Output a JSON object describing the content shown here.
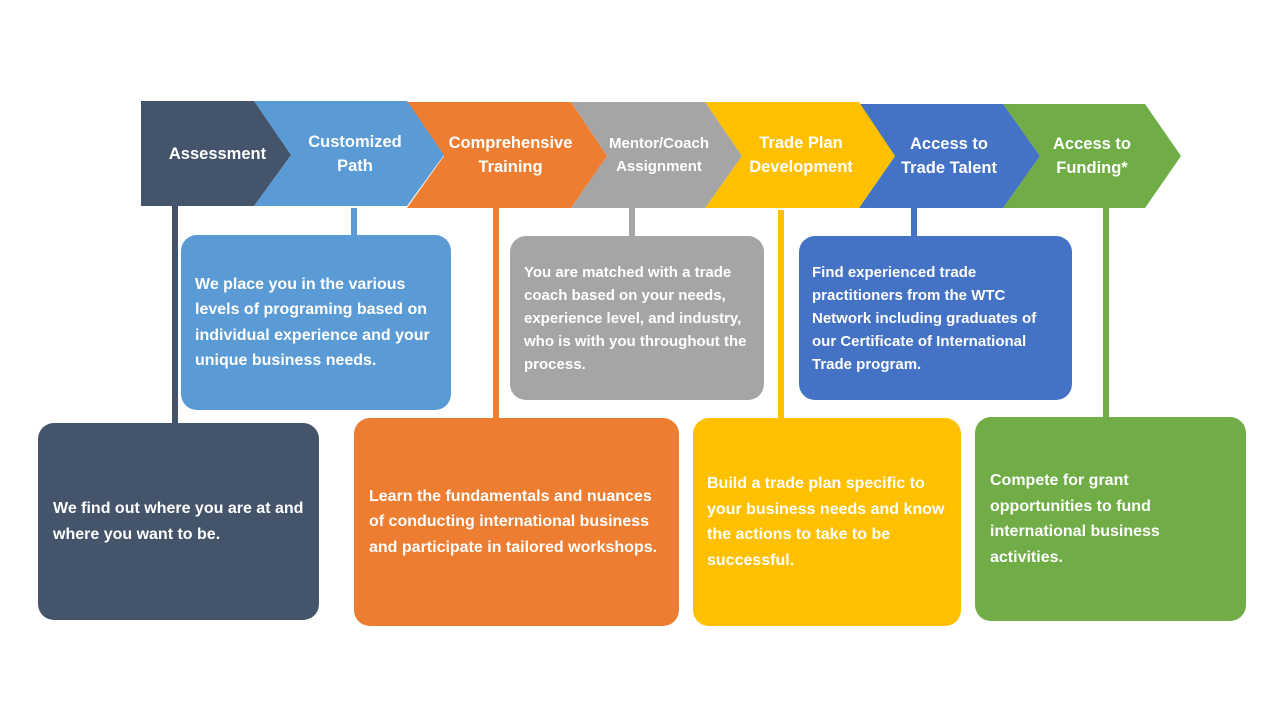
{
  "colors": {
    "assessment": "#44546a",
    "customized": "#5b9bd5",
    "training": "#ed7d31",
    "mentor": "#a5a5a5",
    "tradeplan": "#ffc000",
    "talent": "#4472c4",
    "funding": "#70ad47"
  },
  "steps": [
    {
      "label": "Assessment",
      "description": "We find out where you are at and where you want to be."
    },
    {
      "label": "Customized\nPath",
      "description": "We place you in the various levels of programing based on individual experience and your unique business needs."
    },
    {
      "label": "Comprehensive\nTraining",
      "description": "Learn the fundamentals and nuances of conducting international business and participate in tailored workshops."
    },
    {
      "label": "Mentor/Coach\nAssignment",
      "description": "You are matched with a trade coach based on your needs, experience level, and industry, who is with you throughout the process."
    },
    {
      "label": "Trade Plan\nDevelopment",
      "description": "Build a trade plan specific to your business needs and know the actions to take to be successful."
    },
    {
      "label": "Access to\nTrade Talent",
      "description": "Find experienced trade practitioners from the WTC Network including graduates of our Certificate of International Trade program."
    },
    {
      "label": "Access to\nFunding*",
      "description": "Compete for grant opportunities to fund international business activities."
    }
  ]
}
